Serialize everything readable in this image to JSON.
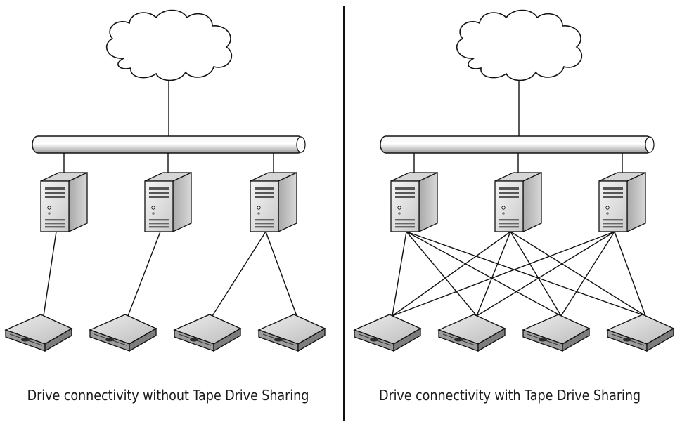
{
  "panels": [
    {
      "caption": "Drive connectivity without Tape Drive Sharing",
      "connection_mode": "dedicated"
    },
    {
      "caption": "Drive connectivity with Tape Drive Sharing",
      "connection_mode": "shared-full-mesh"
    }
  ],
  "icons": {
    "network": "cloud-icon",
    "bus": "network-bus",
    "server": "server-icon",
    "drive": "tape-drive-icon"
  },
  "colors": {
    "line": "#111111",
    "server_front": "#e6e6e6",
    "server_side": "#bdbdbd",
    "drive_top": "#d4d4d4"
  }
}
